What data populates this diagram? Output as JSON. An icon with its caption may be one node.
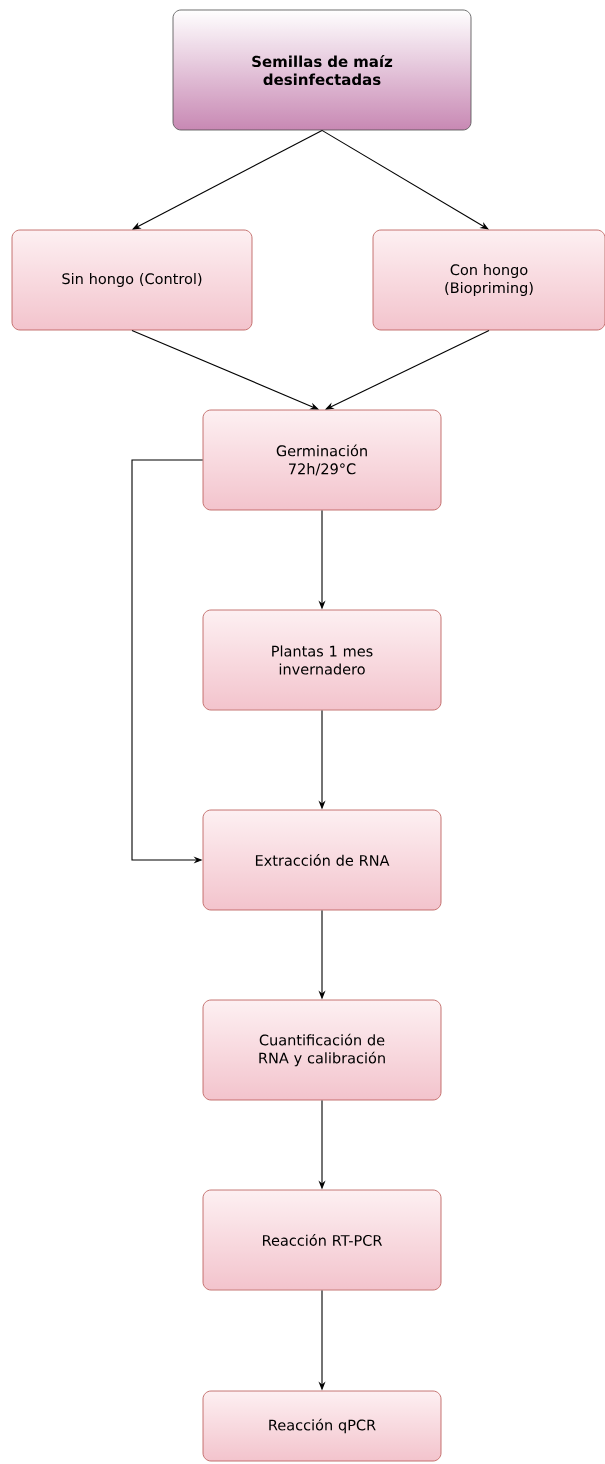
{
  "diagram": {
    "nodes": [
      {
        "text": [
          "Semillas de maíz desinfectadas"
        ]
      },
      {
        "text": [
          "Sin hongo (Control)"
        ]
      },
      {
        "text": [
          "Con hongo (Biopriming)"
        ]
      },
      {
        "text": [
          "Germinación 72h/29°C"
        ]
      },
      {
        "text": [
          "Plantas 1 mes invernadero"
        ]
      },
      {
        "text": [
          "Extracción de RNA"
        ]
      },
      {
        "text": [
          "Cuantificación de RNA y calibración"
        ]
      },
      {
        "text": [
          "Reacción RT-PCR"
        ]
      },
      {
        "text": [
          "Reacción qPCR"
        ]
      }
    ],
    "edges": [
      {
        "from": 0,
        "to": 1,
        "arrow": "to"
      },
      {
        "from": 0,
        "to": 2,
        "arrow": "to"
      },
      {
        "from": 1,
        "to": 3,
        "arrow": "to"
      },
      {
        "from": 2,
        "to": 3,
        "arrow": "to"
      },
      {
        "from": 3,
        "to": 4,
        "arrow": "to"
      },
      {
        "from": 4,
        "to": 5,
        "arrow": "to"
      },
      {
        "from": 3,
        "to": 5,
        "arrow": "to"
      },
      {
        "from": 5,
        "to": 6,
        "arrow": "to"
      },
      {
        "from": 6,
        "to": 7,
        "arrow": "to"
      },
      {
        "from": 7,
        "to": 8,
        "arrow": "to"
      }
    ]
  }
}
